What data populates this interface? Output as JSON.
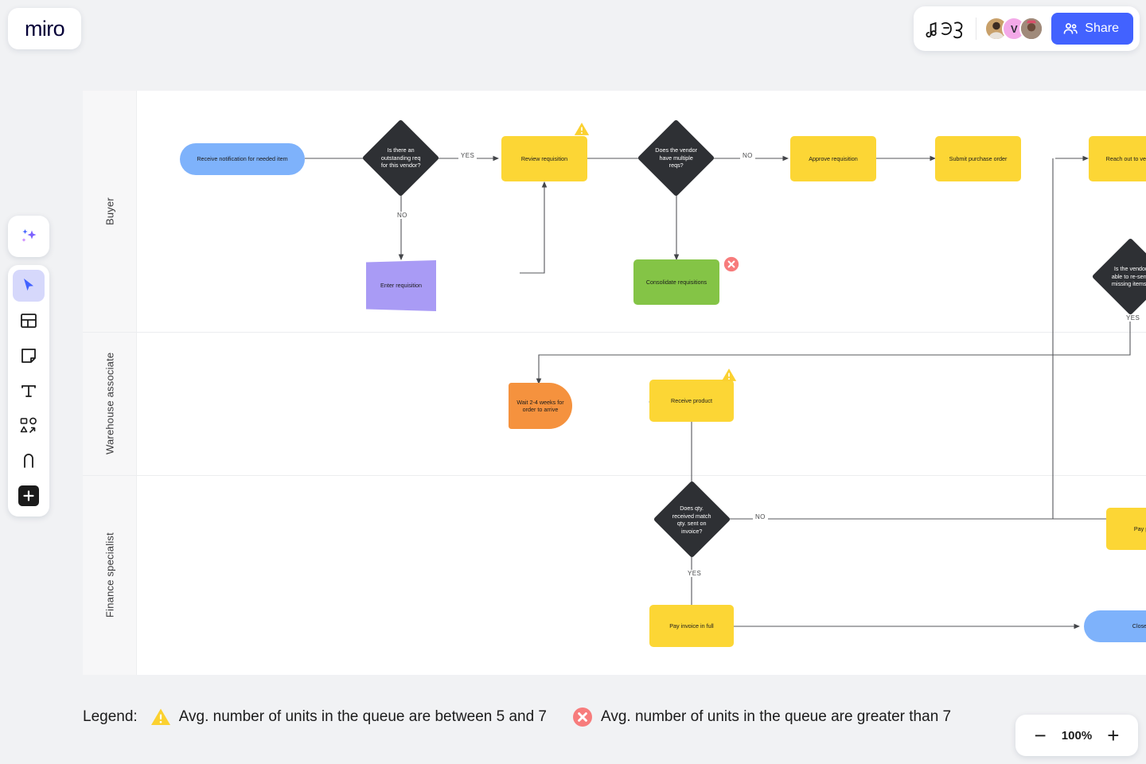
{
  "app": {
    "logo": "miro"
  },
  "topbar": {
    "doodle_icon": "music-doodle-icon",
    "share_label": "Share",
    "share_icon": "people-icon",
    "avatars": [
      {
        "name": "collaborator-1",
        "initial": "",
        "color": "#C8A06A"
      },
      {
        "name": "collaborator-2",
        "initial": "V",
        "color": "#F3A9E8"
      },
      {
        "name": "collaborator-3",
        "initial": "",
        "color": "#8E6B5A"
      }
    ]
  },
  "toolbar": {
    "items": [
      {
        "name": "ai-sparkle-tool",
        "icon": "sparkle-icon",
        "active": false
      },
      {
        "name": "select-tool",
        "icon": "cursor-icon",
        "active": true
      },
      {
        "name": "templates-tool",
        "icon": "template-icon",
        "active": false
      },
      {
        "name": "sticky-note-tool",
        "icon": "sticky-note-icon",
        "active": false
      },
      {
        "name": "text-tool",
        "icon": "text-icon",
        "active": false
      },
      {
        "name": "shapes-tool",
        "icon": "shapes-icon",
        "active": false
      },
      {
        "name": "pen-tool",
        "icon": "pen-icon",
        "active": false
      },
      {
        "name": "more-apps-tool",
        "icon": "plus-icon",
        "active": false
      }
    ]
  },
  "board": {
    "lanes": [
      {
        "label": "Buyer"
      },
      {
        "label": "Warehouse associate"
      },
      {
        "label": "Finance specialist"
      }
    ],
    "nodes": [
      {
        "id": "n1",
        "label": "Receive notification for needed item",
        "shape": "terminator",
        "color": "#7EB2FB"
      },
      {
        "id": "n2",
        "label": "Is there an outstanding req for this vendor?",
        "shape": "decision",
        "color": "#2E3034"
      },
      {
        "id": "n3",
        "label": "Enter requisition",
        "shape": "data",
        "color": "#A99BF5"
      },
      {
        "id": "n4",
        "label": "Review requisition",
        "shape": "process",
        "color": "#FCD635",
        "badge": "warning"
      },
      {
        "id": "n5",
        "label": "Does the vendor have multiple reqs?",
        "shape": "decision",
        "color": "#2E3034"
      },
      {
        "id": "n6",
        "label": "Consolidate requisitions",
        "shape": "green",
        "color": "#84C446",
        "badge": "error"
      },
      {
        "id": "n7",
        "label": "Approve requisition",
        "shape": "process",
        "color": "#FCD635"
      },
      {
        "id": "n8",
        "label": "Submit purchase order",
        "shape": "process",
        "color": "#FCD635"
      },
      {
        "id": "n9",
        "label": "Reach out to vendor",
        "shape": "process",
        "color": "#FCD635"
      },
      {
        "id": "n10",
        "label": "Is the vendor able to re-send missing items?",
        "shape": "decision",
        "color": "#2E3034"
      },
      {
        "id": "n11",
        "label": "Wait 2-4 weeks for order to arrive",
        "shape": "delay",
        "color": "#F5923E"
      },
      {
        "id": "n12",
        "label": "Receive product",
        "shape": "process",
        "color": "#FCD635",
        "badge": "warning"
      },
      {
        "id": "n13",
        "label": "Does qty. received match qty. sent on invoice?",
        "shape": "decision",
        "color": "#2E3034"
      },
      {
        "id": "n14",
        "label": "Pay invoice in full",
        "shape": "process",
        "color": "#FCD635"
      },
      {
        "id": "n15",
        "label": "Pay portion",
        "shape": "process",
        "color": "#FCD635"
      },
      {
        "id": "n16",
        "label": "Close",
        "shape": "terminator",
        "color": "#7EB2FB"
      }
    ],
    "edge_labels": [
      {
        "id": "e1",
        "text": "YES"
      },
      {
        "id": "e2",
        "text": "NO"
      },
      {
        "id": "e3",
        "text": "NO"
      },
      {
        "id": "e4",
        "text": "YES"
      },
      {
        "id": "e5",
        "text": "NO"
      },
      {
        "id": "e6",
        "text": "YES"
      }
    ]
  },
  "legend": {
    "title": "Legend:",
    "entries": [
      {
        "icon": "warning-triangle-icon",
        "text": "Avg. number of units in the queue are between 5 and 7"
      },
      {
        "icon": "error-circle-icon",
        "text": "Avg. number of units in the queue are greater than 7"
      }
    ]
  },
  "zoom": {
    "minus": "−",
    "value": "100%",
    "plus": "+"
  }
}
